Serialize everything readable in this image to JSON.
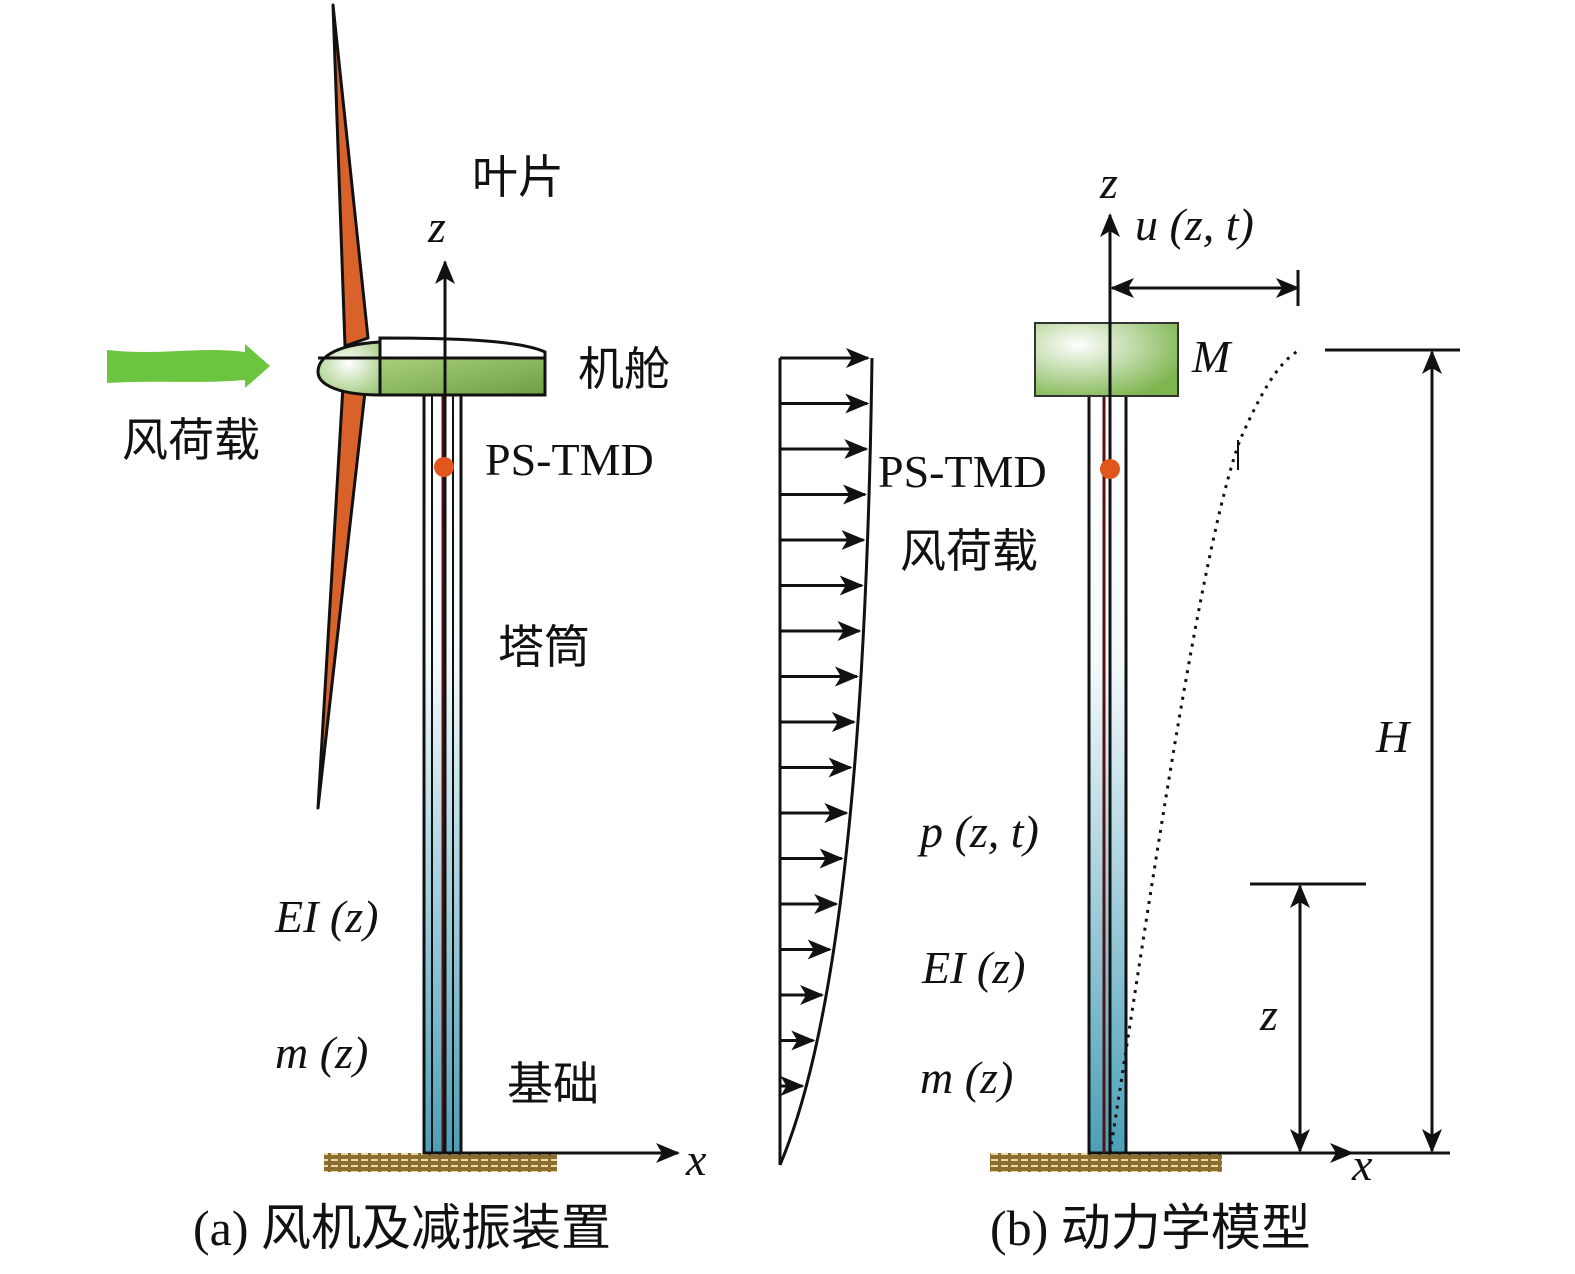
{
  "panel_a": {
    "blade_label": "叶片",
    "z_axis": "z",
    "nacelle_label": "机舱",
    "wind_label": "风荷载",
    "tmd_label": "PS-TMD",
    "tower_label": "塔筒",
    "stiffness_label": "EI (z)",
    "mass_label": "m (z)",
    "foundation_label": "基础",
    "x_axis": "x",
    "caption": "(a) 风机及减振装置"
  },
  "panel_b": {
    "z_axis": "z",
    "displacement_label": "u (z, t)",
    "top_mass_label": "M",
    "tmd_label": "PS-TMD",
    "wind_label": "风荷载",
    "load_label": "p (z, t)",
    "stiffness_label": "EI (z)",
    "mass_label": "m (z)",
    "height_label": "H",
    "z_dim_label": "z",
    "x_axis": "x",
    "caption": "(b) 动力学模型"
  },
  "colors": {
    "blade": "#d9622b",
    "nacelle": "#8fbf5f",
    "tower_bottom": "#4aa0b8",
    "tmd": "#e0561c",
    "wind": "#6cc540",
    "ground": "#b59a5a"
  }
}
